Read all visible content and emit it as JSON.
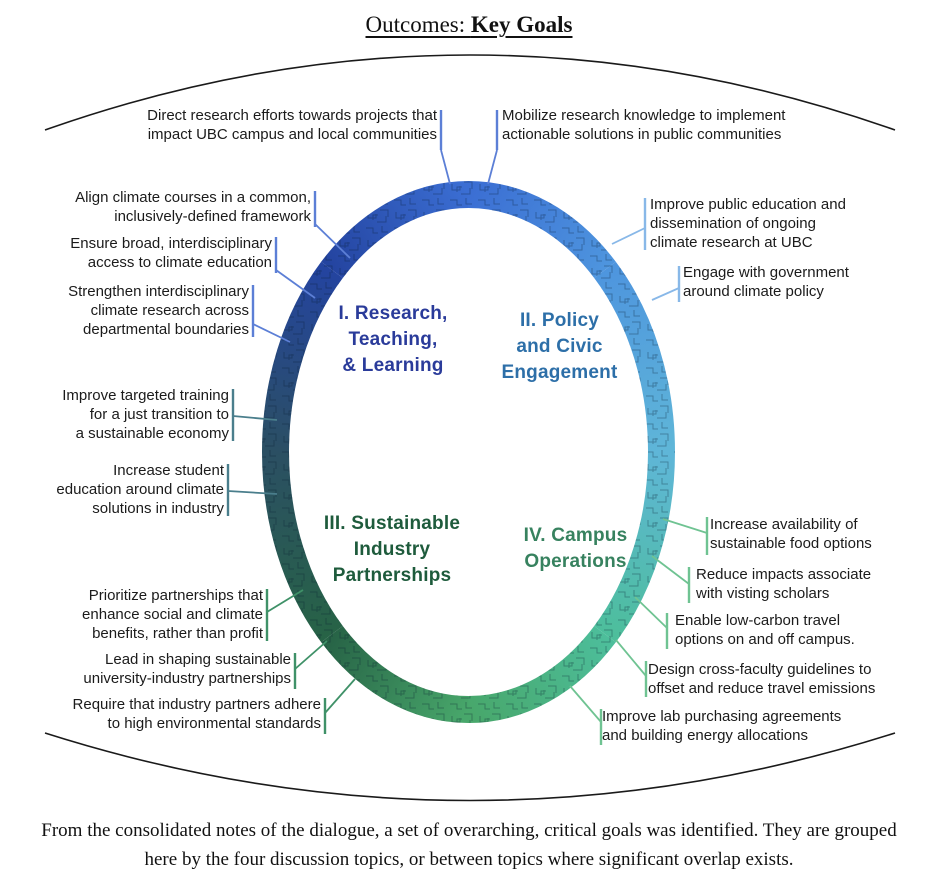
{
  "title": {
    "prefix": "Outcomes: ",
    "emphasis": "Key Goals"
  },
  "sections": [
    {
      "label": "I. Research,\nTeaching,\n& Learning",
      "color": "#2A3B9A"
    },
    {
      "label": "II. Policy\nand Civic\nEngagement",
      "color": "#2D6FA8"
    },
    {
      "label": "III. Sustainable\nIndustry\nPartnerships",
      "color": "#1E5B3C"
    },
    {
      "label": "IV. Campus\nOperations",
      "color": "#37825F"
    }
  ],
  "goals": {
    "left": [
      {
        "text": "Direct research efforts towards projects that\nimpact UBC campus and local communities"
      },
      {
        "text": "Align climate courses in a common,\ninclusively-defined framework"
      },
      {
        "text": "Ensure broad, interdisciplinary\naccess to climate education"
      },
      {
        "text": "Strengthen interdisciplinary\nclimate research across\ndepartmental boundaries"
      },
      {
        "text": "Improve targeted training\nfor a just transition to\na sustainable economy"
      },
      {
        "text": "Increase student\neducation around climate\nsolutions in industry"
      },
      {
        "text": "Prioritize partnerships that\nenhance social and climate\nbenefits, rather than profit"
      },
      {
        "text": "Lead in shaping sustainable\nuniversity-industry partnerships"
      },
      {
        "text": "Require that industry partners adhere\nto high environmental standards"
      }
    ],
    "right": [
      {
        "text": "Mobilize research knowledge to implement\nactionable solutions in public communities"
      },
      {
        "text": "Improve public education and\ndissemination of ongoing\nclimate research at UBC"
      },
      {
        "text": "Engage with government\naround climate policy"
      },
      {
        "text": "Increase availability of\nsustainable food options"
      },
      {
        "text": "Reduce impacts associate\nwith visting scholars"
      },
      {
        "text": "Enable low-carbon travel\noptions on and off campus."
      },
      {
        "text": "Design cross-faculty guidelines to\noffset and reduce travel emissions"
      },
      {
        "text": "Improve lab purchasing agreements\nand building energy allocations"
      }
    ]
  },
  "caption": "From the consolidated notes of the dialogue, a set of overarching, critical goals was identified. They are grouped\nhere by the four discussion topics, or between topics where significant overlap exists.",
  "ring": {
    "gradient_stops": [
      "#3B6ED3",
      "#4E95DE",
      "#5FB6D8",
      "#4DBE9B",
      "#48A76B",
      "#276346",
      "#2B4F63",
      "#2444A0"
    ]
  },
  "leader_colors": {
    "blue": "#5C7FD6",
    "light_blue": "#88B8E8",
    "slate_teal": "#4A7E8C",
    "green": "#3F9168",
    "light_green": "#6FC392"
  }
}
